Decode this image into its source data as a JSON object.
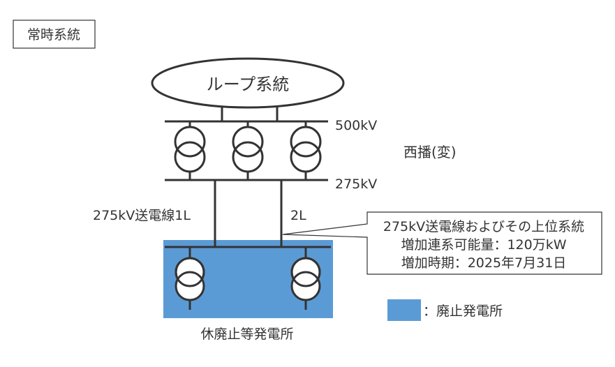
{
  "title_box": {
    "text": "常時系統"
  },
  "loop_system": {
    "label": "ループ系統"
  },
  "substation": {
    "name": "西播(変)",
    "bus_upper_label": "500kV",
    "bus_lower_label": "275kV"
  },
  "lines": {
    "left_label": "275kV送電線1L",
    "right_label": "2L"
  },
  "callout": {
    "line1": "275kV送電線およびその上位系統",
    "line2": "増加連系可能量：120万kW",
    "line3": "増加時期：2025年7月31日"
  },
  "plant": {
    "label": "休廃止等発電所"
  },
  "legend": {
    "label": "：廃止発電所"
  },
  "colors": {
    "plant_fill": "#5B9BD5",
    "line": "#333333",
    "background": "#ffffff"
  }
}
